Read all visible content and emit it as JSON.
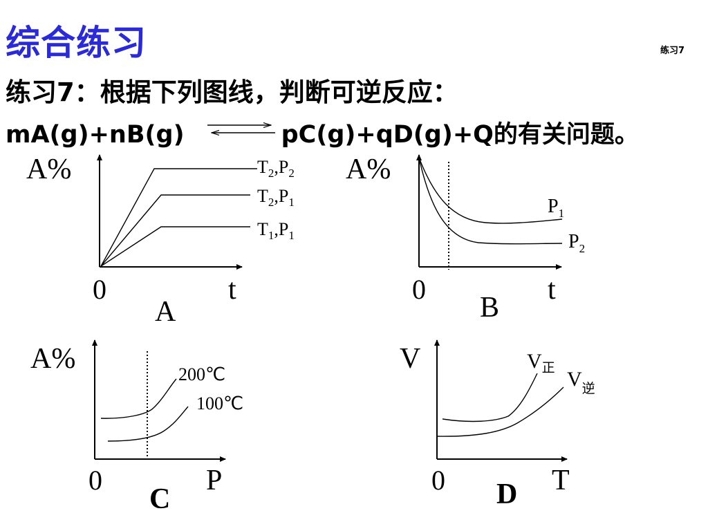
{
  "header": {
    "title": "综合练习",
    "tag": "练习7"
  },
  "problem": {
    "line1": "练习7：根据下列图线，判断可逆反应：",
    "equation_left": "mA(g)+nB(g)",
    "equation_right": "pC(g)+qD(g)+Q的有关问题。"
  },
  "graphs": {
    "A": {
      "letter": "A",
      "ylabel": "A%",
      "xlabel": "t",
      "origin": "0",
      "curves": [
        {
          "T": "T",
          "Tsub": "2",
          "P": "P",
          "Psub": "2"
        },
        {
          "T": "T",
          "Tsub": "2",
          "P": "P",
          "Psub": "1"
        },
        {
          "T": "T",
          "Tsub": "1",
          "P": "P",
          "Psub": "1"
        }
      ],
      "sep": ","
    },
    "B": {
      "letter": "B",
      "ylabel": "A%",
      "xlabel": "t",
      "origin": "0",
      "curves": [
        {
          "label": "P",
          "sub": "1"
        },
        {
          "label": "P",
          "sub": "2"
        }
      ]
    },
    "C": {
      "letter": "C",
      "ylabel": "A%",
      "xlabel": "P",
      "origin": "0",
      "curves": [
        {
          "label": "200℃"
        },
        {
          "label": "100℃"
        }
      ]
    },
    "D": {
      "letter": "D",
      "ylabel": "V",
      "xlabel": "T",
      "origin": "0",
      "curves": [
        {
          "label": "V",
          "sub": "正"
        },
        {
          "label": "V",
          "sub": "逆"
        }
      ]
    }
  }
}
